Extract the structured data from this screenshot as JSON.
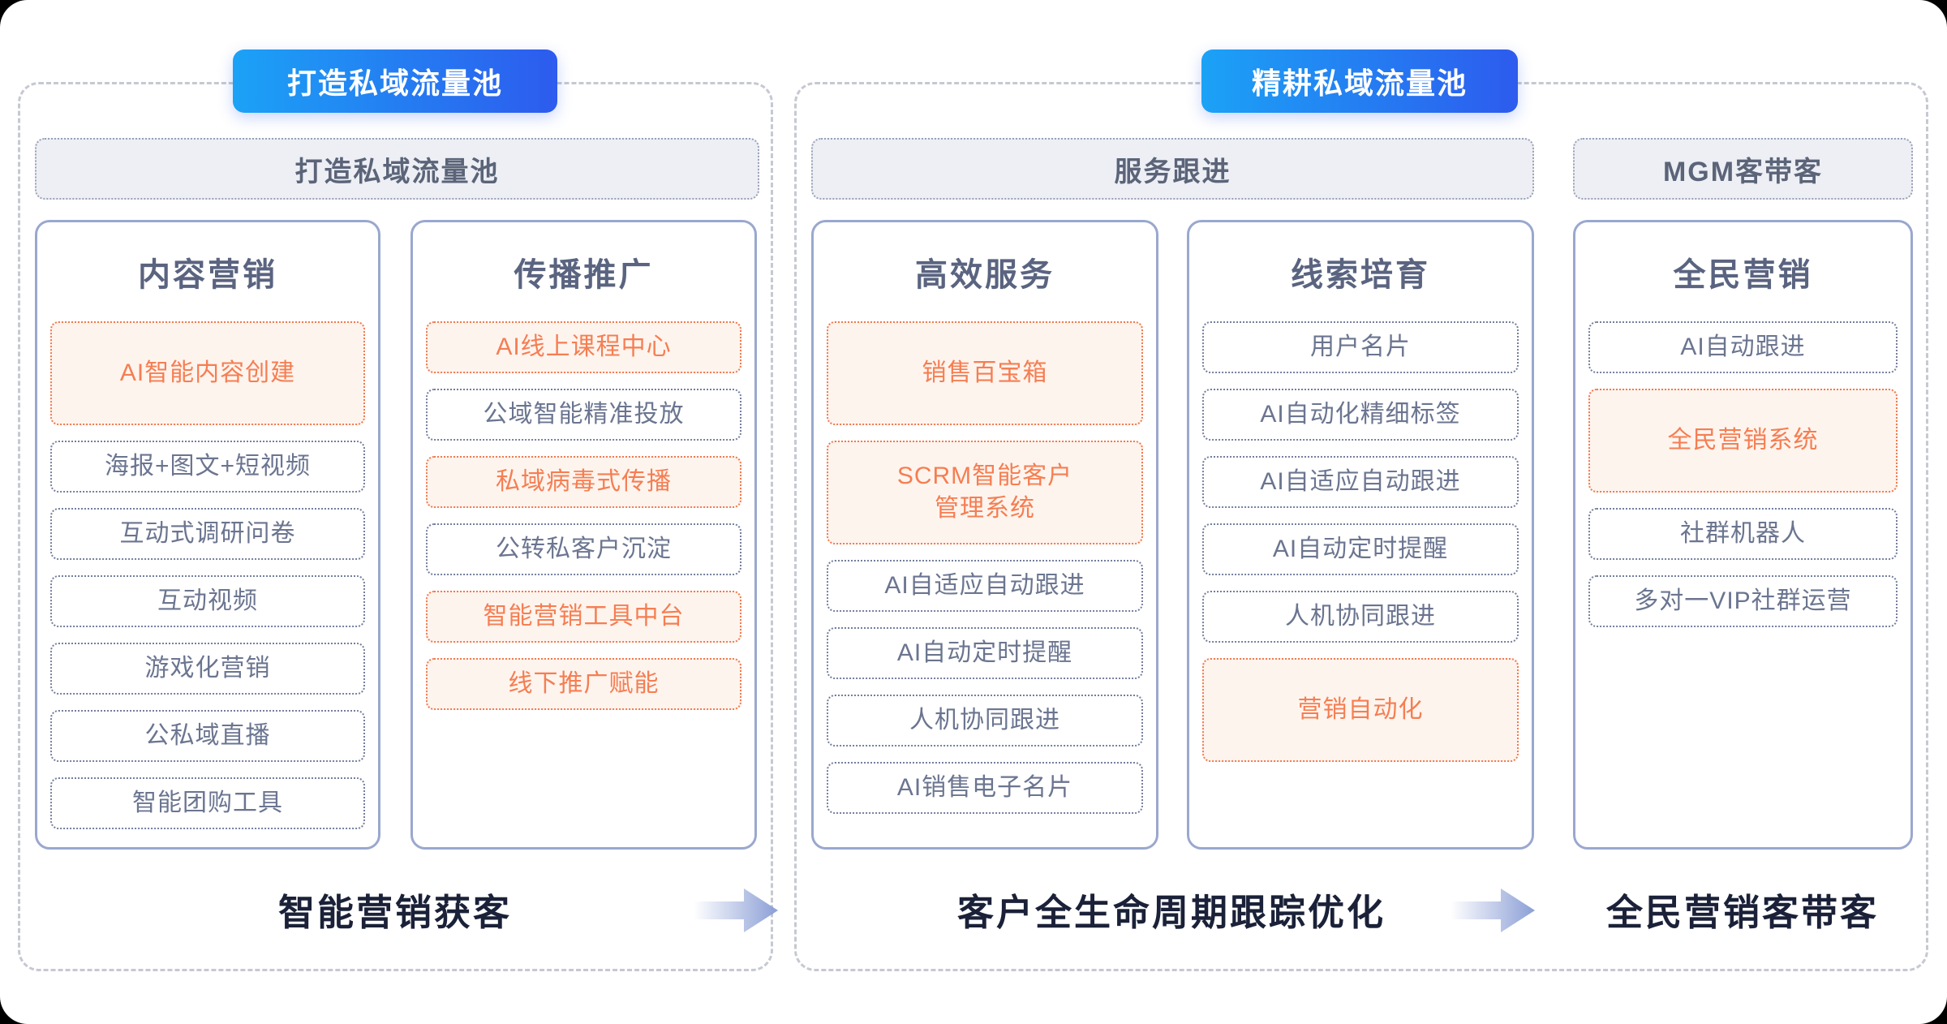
{
  "colors": {
    "badge_gradient_start": "#1BA2F6",
    "badge_gradient_end": "#2D5BEE",
    "highlight_orange": "#F57E52",
    "highlight_orange_bg": "#FEF4EE",
    "item_gray_text": "#6B7590",
    "card_border": "#9AA8CE",
    "header_bar_bg": "#EDEFF5",
    "caption_text": "#1A2138",
    "arrow_color": "#8B9FD6"
  },
  "stages": {
    "left": {
      "badge": "打造私域流量池",
      "header": "打造私域流量池",
      "caption": "智能营销获客",
      "columns": [
        {
          "title": "内容营销",
          "items": [
            {
              "text": "AI智能内容创建",
              "highlight": true
            },
            {
              "text": "海报+图文+短视频",
              "highlight": false
            },
            {
              "text": "互动式调研问卷",
              "highlight": false
            },
            {
              "text": "互动视频",
              "highlight": false
            },
            {
              "text": "游戏化营销",
              "highlight": false
            },
            {
              "text": "公私域直播",
              "highlight": false
            },
            {
              "text": "智能团购工具",
              "highlight": false
            }
          ]
        },
        {
          "title": "传播推广",
          "items": [
            {
              "text": "AI线上课程中心",
              "highlight": true
            },
            {
              "text": "公域智能精准投放",
              "highlight": false
            },
            {
              "text": "私域病毒式传播",
              "highlight": true
            },
            {
              "text": "公转私客户沉淀",
              "highlight": false
            },
            {
              "text": "智能营销工具中台",
              "highlight": true
            },
            {
              "text": "线下推广赋能",
              "highlight": true
            }
          ]
        }
      ]
    },
    "right": {
      "badge": "精耕私域流量池",
      "header_service": "服务跟进",
      "header_mgm": "MGM客带客",
      "caption_service": "客户全生命周期跟踪优化",
      "caption_mgm": "全民营销客带客",
      "columns": [
        {
          "title": "高效服务",
          "items": [
            {
              "text": "销售百宝箱",
              "highlight": true
            },
            {
              "text": "SCRM智能客户\n管理系统",
              "highlight": true
            },
            {
              "text": "AI自适应自动跟进",
              "highlight": false
            },
            {
              "text": "AI自动定时提醒",
              "highlight": false
            },
            {
              "text": "人机协同跟进",
              "highlight": false
            },
            {
              "text": "AI销售电子名片",
              "highlight": false
            }
          ]
        },
        {
          "title": "线索培育",
          "items": [
            {
              "text": "用户名片",
              "highlight": false
            },
            {
              "text": "AI自动化精细标签",
              "highlight": false
            },
            {
              "text": "AI自适应自动跟进",
              "highlight": false
            },
            {
              "text": "AI自动定时提醒",
              "highlight": false
            },
            {
              "text": "人机协同跟进",
              "highlight": false
            },
            {
              "text": "营销自动化",
              "highlight": true
            }
          ]
        },
        {
          "title": "全民营销",
          "items": [
            {
              "text": "AI自动跟进",
              "highlight": false
            },
            {
              "text": "全民营销系统",
              "highlight": true
            },
            {
              "text": "社群机器人",
              "highlight": false
            },
            {
              "text": "多对一VIP社群运营",
              "highlight": false
            }
          ]
        }
      ]
    }
  }
}
